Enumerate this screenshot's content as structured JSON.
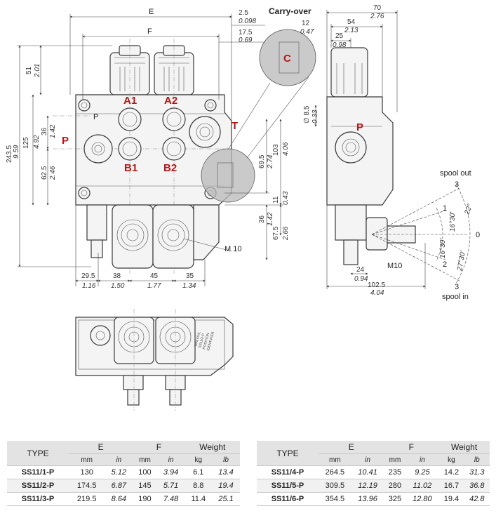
{
  "labels": {
    "carry_over": "Carry-over",
    "port_a1": "A1",
    "port_a2": "A2",
    "port_b1": "B1",
    "port_b2": "B2",
    "port_p": "P",
    "port_t": "T",
    "port_p_small": "P",
    "port_p_side": "P",
    "detail_c": "C",
    "m10_front": "M 10",
    "m10_side": "M10",
    "spool_out": "spool out",
    "spool_in": "spool in"
  },
  "dims_front": {
    "e": "E",
    "f": "F",
    "d2_5": "2.5",
    "d0_098": "0.098",
    "d17_5": "17.5",
    "d0_69": "0.69",
    "d12": "12",
    "d0_47": "0.47",
    "d51": "51",
    "d2_01": "2.01",
    "d243_5": "243.5",
    "d9_59": "9.59",
    "d125": "125",
    "d4_92": "4.92",
    "d36a": "36",
    "d1_42a": "1.42",
    "d62_5": "62.5",
    "d2_46": "2.46",
    "d103": "103",
    "d4_06": "4.06",
    "d69_5": "69.5",
    "d2_74": "2.74",
    "d11": "11",
    "d0_43": "0.43",
    "d36b": "36",
    "d1_42b": "1.42",
    "d67_5": "67.5",
    "d2_66": "2.66",
    "d29_5": "29.5",
    "d1_16": "1.16",
    "d38": "38",
    "d1_50": "1.50",
    "d45": "45",
    "d1_77": "1.77",
    "d35": "35",
    "d1_34": "1.34"
  },
  "dims_side": {
    "d70": "70",
    "d2_76": "2.76",
    "d54": "54",
    "d2_13": "2.13",
    "d25": "25",
    "d0_98": "0.98",
    "dia8_5": "∅ 8.5",
    "d0_33": "0.33",
    "d24": "24",
    "d0_94": "0.94",
    "d102_5": "102.5",
    "d4_04": "4.04",
    "pos3_top": "3",
    "pos1": "1",
    "pos0": "0",
    "pos2": "2",
    "pos3_bottom": "3",
    "ang_a": "22°",
    "ang_b": "16°30'",
    "ang_c": "16°30'",
    "ang_d": "27°30'"
  },
  "bottom_view_text": [
    "WALVOIL",
    "SS11/2-P",
    "POSITION",
    "IDENTIFIER"
  ],
  "table_headers": {
    "type": "TYPE",
    "e": "E",
    "f": "F",
    "weight": "Weight",
    "mm1": "mm",
    "in1": "in",
    "mm2": "mm",
    "in2": "in",
    "kg": "kg",
    "lb": "lb"
  },
  "table_left": [
    {
      "type": "SS11/1-P",
      "e_mm": "130",
      "e_in": "5.12",
      "f_mm": "100",
      "f_in": "3.94",
      "kg": "6.1",
      "lb": "13.4"
    },
    {
      "type": "SS11/2-P",
      "e_mm": "174.5",
      "e_in": "6.87",
      "f_mm": "145",
      "f_in": "5.71",
      "kg": "8.8",
      "lb": "19.4"
    },
    {
      "type": "SS11/3-P",
      "e_mm": "219.5",
      "e_in": "8.64",
      "f_mm": "190",
      "f_in": "7.48",
      "kg": "11.4",
      "lb": "25.1"
    }
  ],
  "table_right": [
    {
      "type": "SS11/4-P",
      "e_mm": "264.5",
      "e_in": "10.41",
      "f_mm": "235",
      "f_in": "9.25",
      "kg": "14.2",
      "lb": "31.3"
    },
    {
      "type": "SS11/5-P",
      "e_mm": "309.5",
      "e_in": "12.19",
      "f_mm": "280",
      "f_in": "11.02",
      "kg": "16.7",
      "lb": "36.8"
    },
    {
      "type": "SS11/6-P",
      "e_mm": "354.5",
      "e_in": "13.96",
      "f_mm": "325",
      "f_in": "12.80",
      "kg": "19.4",
      "lb": "42.8"
    }
  ]
}
